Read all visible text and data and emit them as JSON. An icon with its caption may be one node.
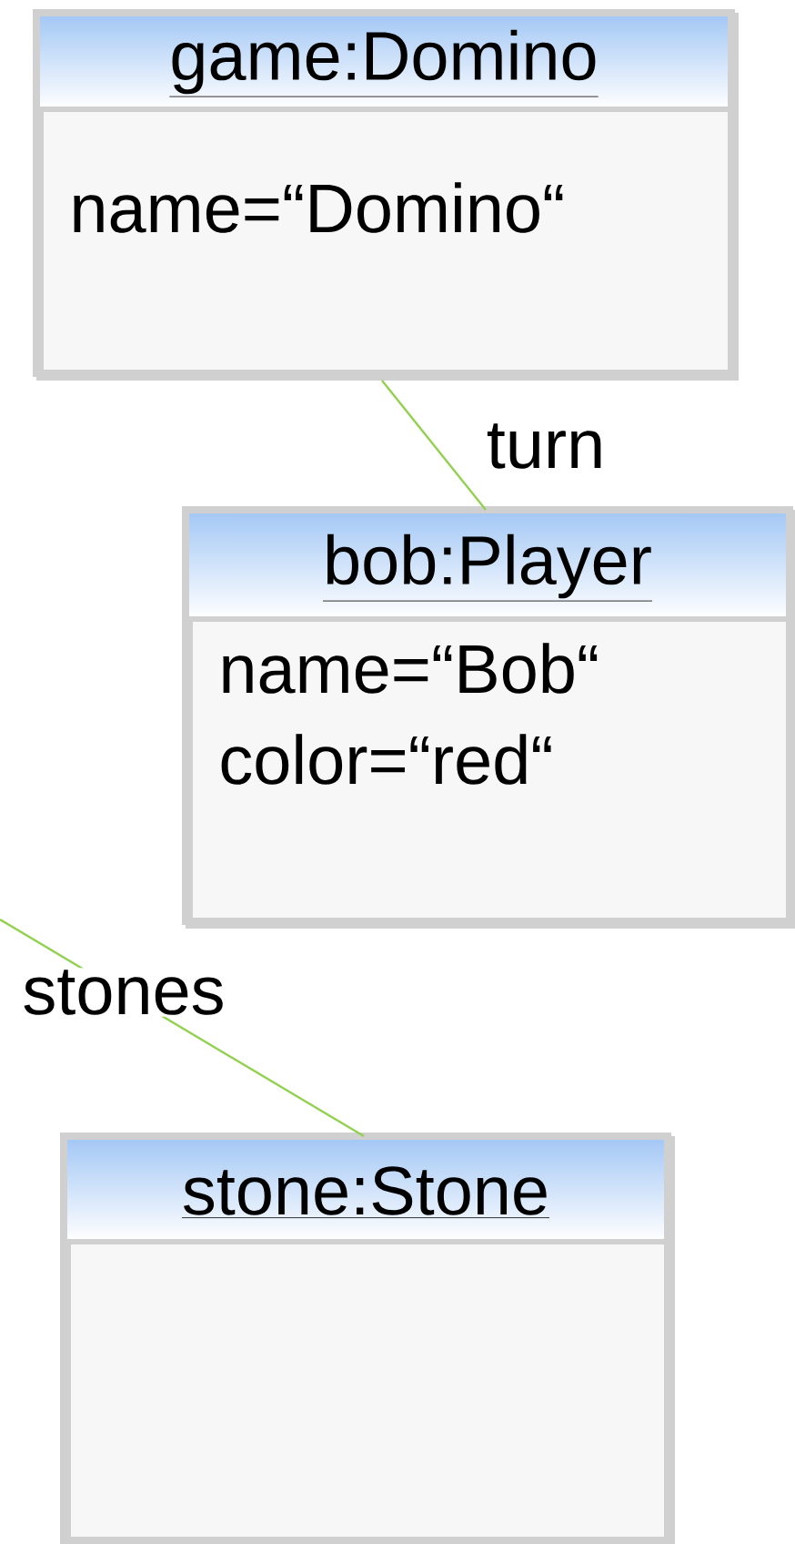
{
  "diagram": {
    "nodes": [
      {
        "text": [
          "game:Domino",
          "name=“Domino“"
        ]
      },
      {
        "text": [
          "bob:Player",
          "name=“Bob“",
          "color=“red“"
        ]
      },
      {
        "text": [
          "stone:Stone"
        ]
      }
    ],
    "edges": [
      {
        "from": 0,
        "to": 1,
        "arrow": "none",
        "label": "turn"
      },
      {
        "from": null,
        "to": 2,
        "arrow": "none",
        "label": "stones"
      }
    ]
  }
}
